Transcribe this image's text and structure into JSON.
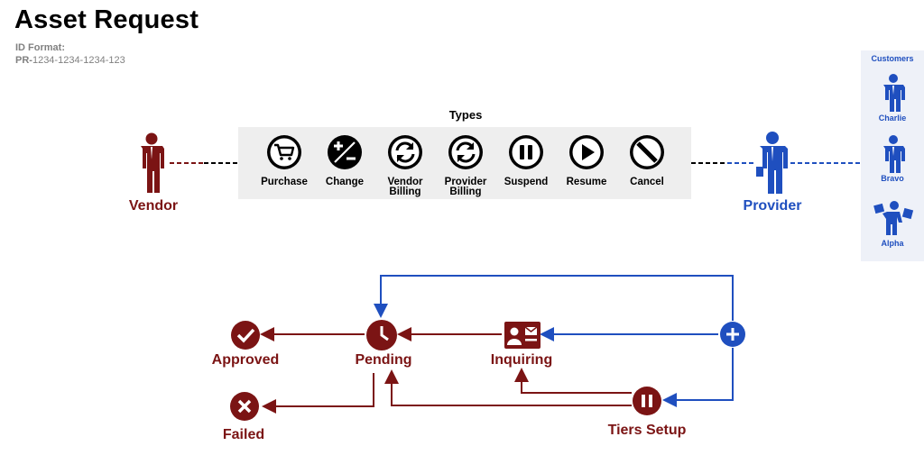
{
  "title": "Asset Request",
  "id_format": {
    "label": "ID Format:",
    "prefix": "PR-",
    "pattern": "1234-1234-1234-123"
  },
  "types": {
    "title": "Types",
    "items": [
      {
        "icon": "cart-icon",
        "line1": "Purchase",
        "line2": ""
      },
      {
        "icon": "plus-minus-icon",
        "line1": "Change",
        "line2": ""
      },
      {
        "icon": "sync-icon",
        "line1": "Vendor",
        "line2": "Billing"
      },
      {
        "icon": "sync-icon",
        "line1": "Provider",
        "line2": "Billing"
      },
      {
        "icon": "pause-icon",
        "line1": "Suspend",
        "line2": ""
      },
      {
        "icon": "play-icon",
        "line1": "Resume",
        "line2": ""
      },
      {
        "icon": "cancel-icon",
        "line1": "Cancel",
        "line2": ""
      }
    ]
  },
  "actors": {
    "vendor": "Vendor",
    "provider": "Provider"
  },
  "customers": {
    "title": "Customers",
    "items": [
      "Charlie",
      "Bravo",
      "Alpha"
    ]
  },
  "states": {
    "approved": "Approved",
    "pending": "Pending",
    "inquiring": "Inquiring",
    "failed": "Failed",
    "tiers_setup": "Tiers Setup"
  },
  "colors": {
    "vendor": "#7b1414",
    "provider": "#1f4fbf",
    "panel": "#eeeeee",
    "text_muted": "#808080"
  }
}
